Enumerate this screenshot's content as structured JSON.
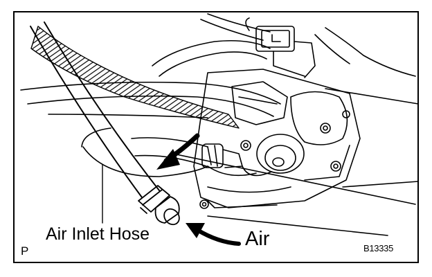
{
  "labels": {
    "air_inlet_hose": "Air Inlet Hose",
    "air": "Air",
    "view_mark": "P",
    "figure_code": "B13335"
  },
  "colors": {
    "line": "#000000",
    "background": "#ffffff"
  }
}
